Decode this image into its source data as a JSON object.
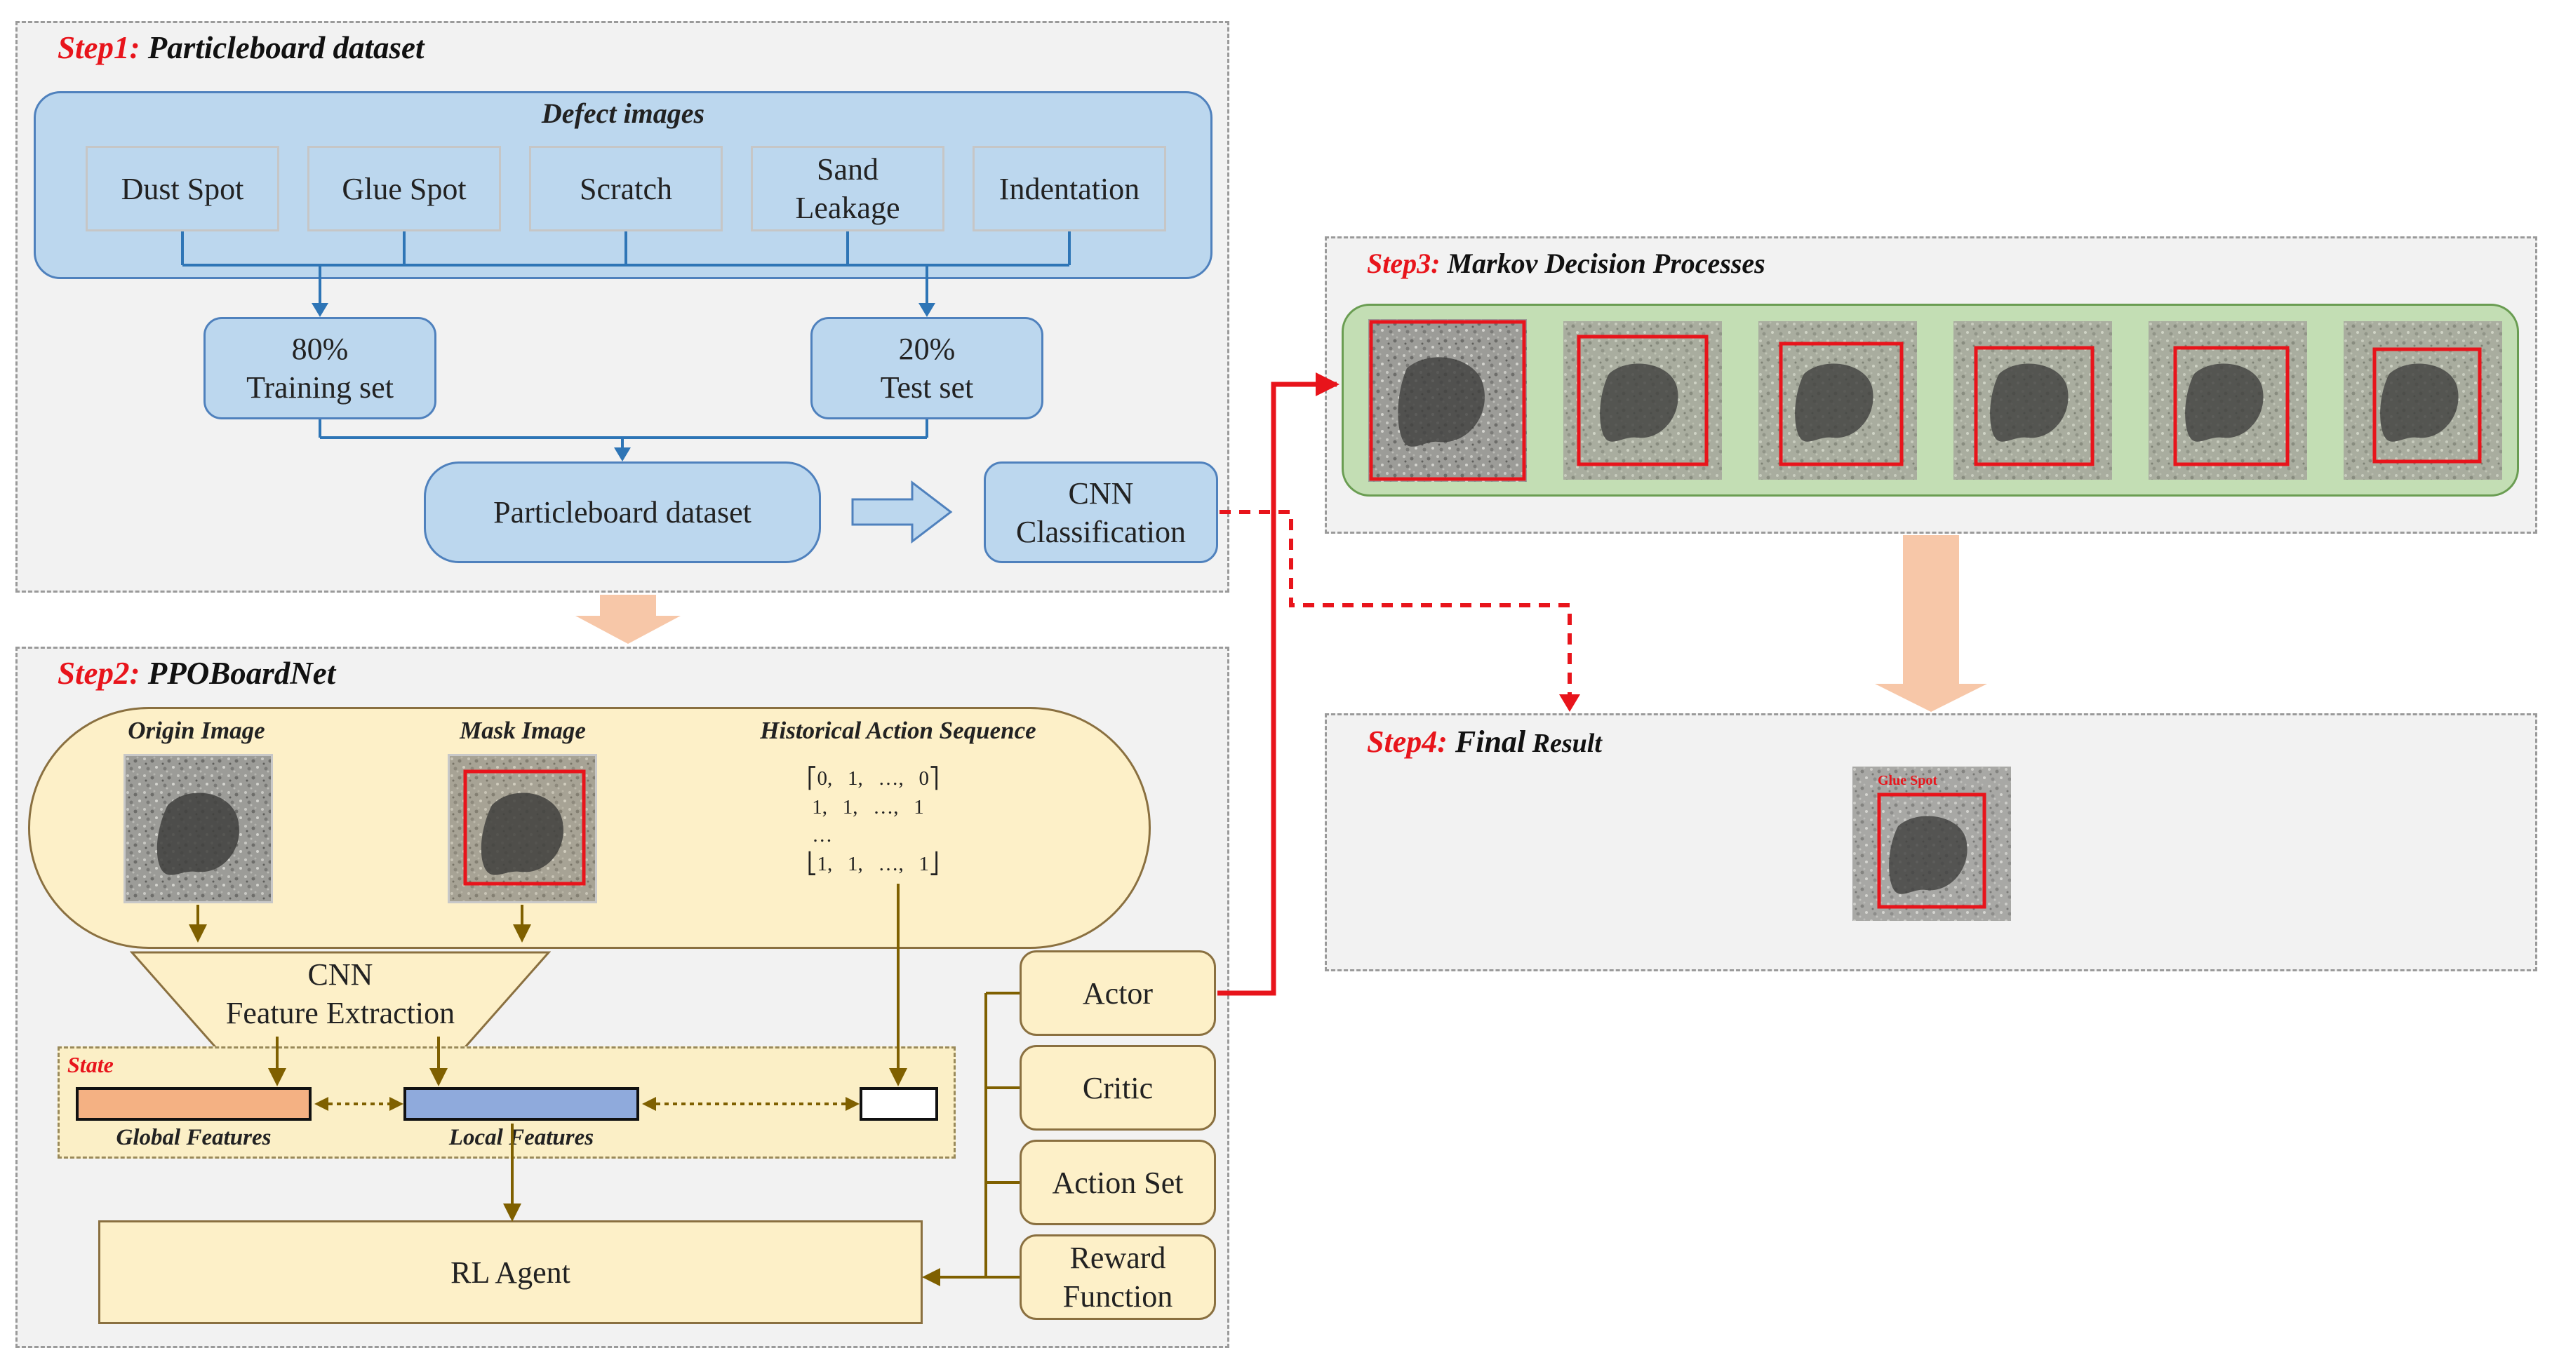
{
  "step1": {
    "step_label": "Step1:",
    "name": "Particleboard dataset",
    "defect_group_title": "Defect images",
    "categories": [
      "Dust Spot",
      "Glue Spot",
      "Scratch",
      "Sand\nLeakage",
      "Indentation"
    ],
    "training": "80%\nTraining set",
    "test": "20%\nTest set",
    "dataset": "Particleboard dataset",
    "cnn_classification": "CNN\nClassification"
  },
  "step2": {
    "step_label": "Step2:",
    "name": "PPOBoardNet",
    "origin_image": "Origin Image",
    "mask_image": "Mask Image",
    "historical_action_sequence": "Historical Action Sequence",
    "matrix": "⎡0,   1,   …,   0⎤\n 1,   1,   …,   1\n …\n⎣1,   1,   …,   1⎦",
    "cnn_feature_extraction": "CNN\nFeature Extraction",
    "state": "State",
    "global_features": "Global Features",
    "local_features": "Local Features",
    "rl_agent": "RL Agent",
    "actor": "Actor",
    "critic": "Critic",
    "action_set": "Action Set",
    "reward_function": "Reward\nFunction"
  },
  "step3": {
    "step_label": "Step3:",
    "name": "Markov Decision Processes"
  },
  "step4": {
    "step_label": "Step4:",
    "name_bold": "Final",
    "name_rest": " Result",
    "result_label": "Glue Spot"
  },
  "colors": {
    "accent_red": "#e8141b",
    "blue_box": "#bcd7ee",
    "yellow_box": "#fdf0c8",
    "green_strip": "#c3deb4",
    "arrow_orange": "#f7c7a8",
    "global_feature": "#f4b183",
    "local_feature": "#8faadc",
    "connector_brown": "#7f6000",
    "connector_blue": "#2e75b6"
  }
}
